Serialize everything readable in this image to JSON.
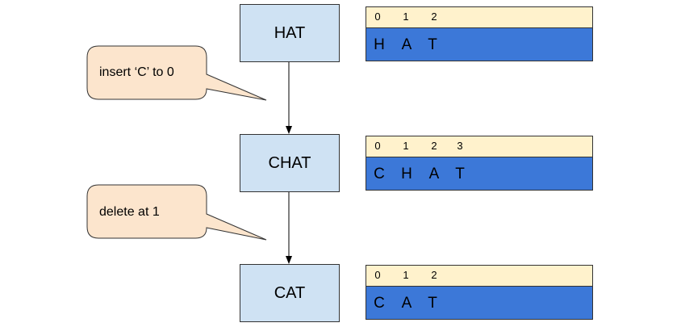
{
  "states": [
    {
      "word": "HAT",
      "indices": [
        "0",
        "1",
        "2"
      ],
      "chars": [
        "H",
        "A",
        "T"
      ]
    },
    {
      "word": "CHAT",
      "indices": [
        "0",
        "1",
        "2",
        "3"
      ],
      "chars": [
        "C",
        "H",
        "A",
        "T"
      ]
    },
    {
      "word": "CAT",
      "indices": [
        "0",
        "1",
        "2"
      ],
      "chars": [
        "C",
        "A",
        "T"
      ]
    }
  ],
  "operations": [
    {
      "label": "insert ‘C’ to 0"
    },
    {
      "label": "delete at 1"
    }
  ],
  "colors": {
    "state_box_fill": "#cfe2f3",
    "index_row_fill": "#fff2cc",
    "value_row_fill": "#3c78d8",
    "callout_fill": "#fce5cd",
    "stroke": "#333333"
  }
}
